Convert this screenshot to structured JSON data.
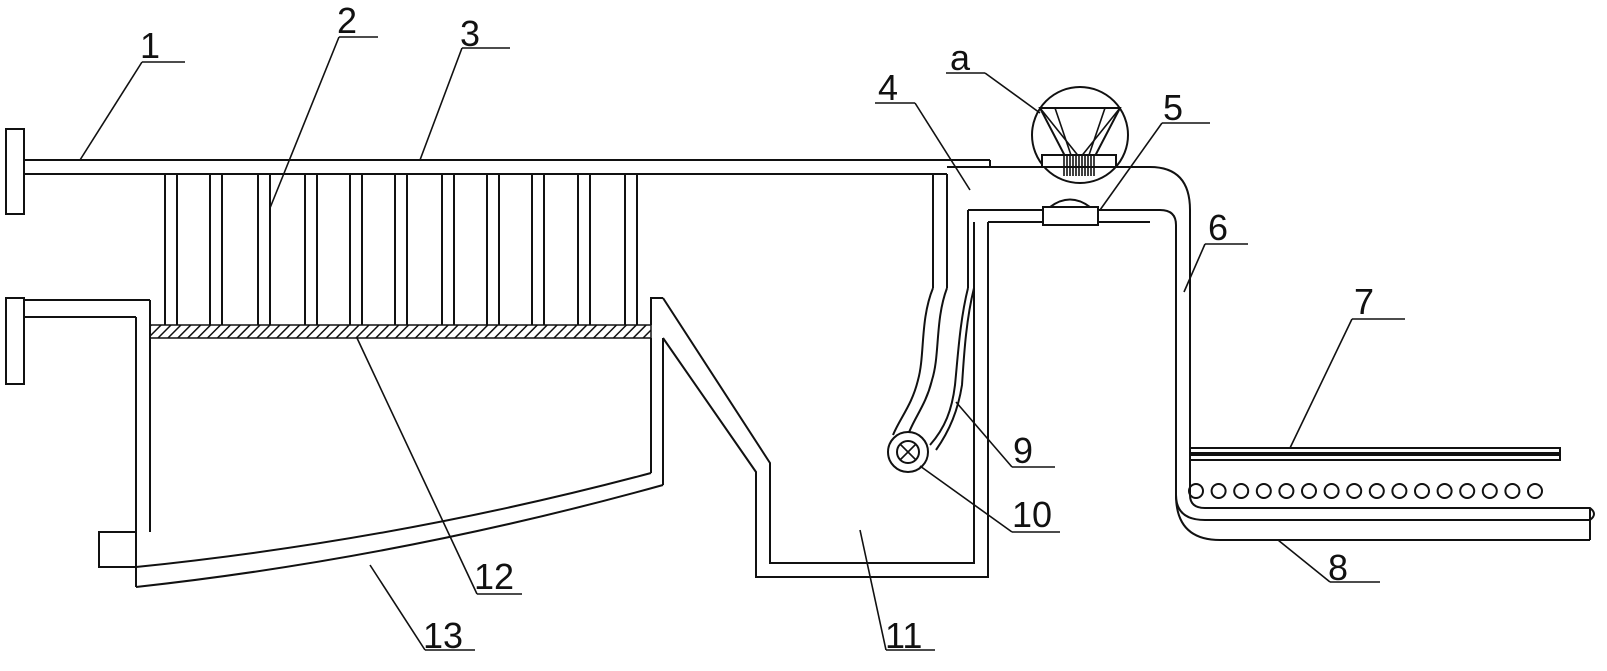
{
  "labels": [
    {
      "id": "1",
      "text": "1"
    },
    {
      "id": "2",
      "text": "2"
    },
    {
      "id": "3",
      "text": "3"
    },
    {
      "id": "4",
      "text": "4"
    },
    {
      "id": "a",
      "text": "a"
    },
    {
      "id": "5",
      "text": "5"
    },
    {
      "id": "6",
      "text": "6"
    },
    {
      "id": "7",
      "text": "7"
    },
    {
      "id": "8",
      "text": "8"
    },
    {
      "id": "9",
      "text": "9"
    },
    {
      "id": "10",
      "text": "10"
    },
    {
      "id": "11",
      "text": "11"
    },
    {
      "id": "12",
      "text": "12"
    },
    {
      "id": "13",
      "text": "13"
    }
  ],
  "colors": {
    "stroke": "#111111",
    "background": "#ffffff",
    "hatch": "#111111"
  }
}
